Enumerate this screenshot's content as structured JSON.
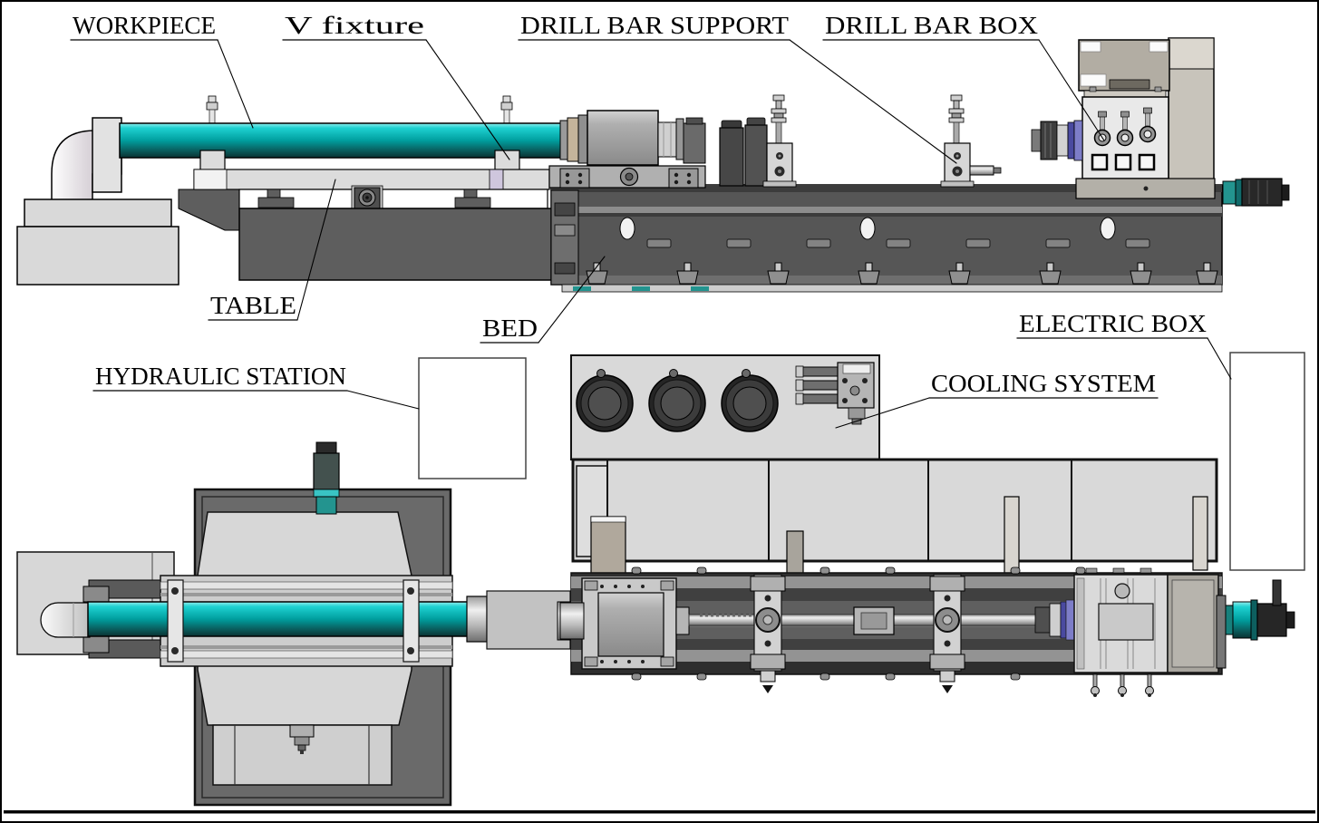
{
  "labels": {
    "workpiece": "WORKPIECE",
    "v_fixture": "V fixture",
    "drill_bar_support": "DRILL BAR SUPPORT",
    "drill_bar_box": "DRILL BAR BOX",
    "table": "TABLE",
    "bed": "BED",
    "hydraulic_station": "HYDRAULIC STATION",
    "cooling_system": "COOLING SYSTEM",
    "electric_box": "ELECTRIC BOX"
  },
  "colors": {
    "workpiece_teal": "#00A8A8",
    "motor_teal": "#23948F",
    "bed_gray": "#565656",
    "table_gray": "#DCDCDC",
    "panel_gray": "#D9D9D9",
    "dark_gray": "#474747",
    "spindle_blue": "#4A4AA0",
    "spindle_violet": "#7D7DC8",
    "coupling_tan": "#C4B49B",
    "outline": "#000000",
    "background": "#FFFFFF"
  }
}
